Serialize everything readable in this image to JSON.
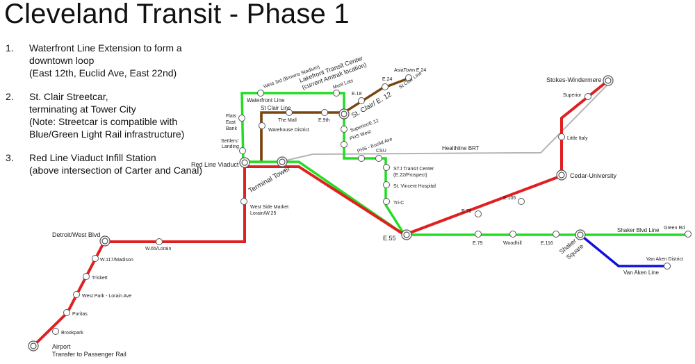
{
  "title": "Cleveland Transit - Phase 1",
  "notes": [
    {
      "num": "1.",
      "text": "Waterfront Line Extension to form a\ndowntown loop\n(East 12th, Euclid Ave, East 22nd)"
    },
    {
      "num": "2.",
      "text": "St. Clair Streetcar,\nterminating at Tower City\n(Note: Streetcar is compatible with\nBlue/Green Light Rail infrastructure)"
    },
    {
      "num": "3.",
      "text": "Red Line Viaduct Infill Station\n(above intersection of Carter and Canal)"
    }
  ],
  "colors": {
    "red_line": "#e02020",
    "green_line": "#22dd22",
    "blue_line": "#1010dd",
    "streetcar": "#7a4510",
    "healthline": "#b5b5b5",
    "green_text": "#2e9a2e",
    "blue_text": "#1010dd",
    "brown_text": "#8a4a10",
    "gray_text": "#999999"
  },
  "line_labels": {
    "waterfront": "Waterfront Line",
    "stclair": "St Clair Line",
    "stclair_diag": "St Clair Line",
    "healthline": "Healthline BRT",
    "shaker_blvd": "Shaker Blvd Line",
    "van_aken": "Van Aken Line"
  },
  "stations": {
    "airport": "Airport",
    "airport_sub": "Transfer to Passenger Rail",
    "brookpark": "Brookpark",
    "puritas": "Puritas",
    "west_park": "West Park - Lorain Ave",
    "triskett": "Triskett",
    "w117": "W.117/Madison",
    "detroit_west": "Detroit/West Blvd",
    "w65": "W.65/Lorain",
    "west_side_market": "West Side Market",
    "west_side_market_sub": "Lorain/W.25",
    "red_line_viaduct": "Red Line Viaduct",
    "terminal_tower": "Terminal Tower",
    "settlers_landing": "Settlers'",
    "settlers_landing_sub": "Landing",
    "flats_east_bank_1": "Flats",
    "flats_east_bank_2": "East",
    "flats_east_bank_3": "Bank",
    "west_3rd": "West 3rd (Browns Stadium)",
    "lakefront_1": "Lakefront Transit Center",
    "lakefront_2": "(current Amtrak location)",
    "muni_lots": "Muni Lots",
    "e18": "E.18",
    "e24": "E.24",
    "asiatown": "AsiaTown E.24",
    "warehouse": "Warehouse District",
    "the_mall": "The Mall",
    "e9th": "E.9th",
    "stclair_e12": "St. Clair/ E. 12",
    "superior_e12": "Superior/E.12",
    "phs_west": "PHS West",
    "phs_euclid": "PHS - Euclid Ave",
    "csu": "CSU",
    "stj": "STJ Transit Center",
    "stj_sub": "(E.22/Prospect)",
    "st_vincent": "St. Vincent Hospital",
    "tri_c": "Tri-C",
    "e55": "E.55",
    "e79_red": "E.79",
    "e105": "E.105",
    "cedar_university": "Cedar-University",
    "little_italy": "Little Italy",
    "superior": "Superior",
    "stokes": "Stokes-Windermere",
    "e79_green": "E.79",
    "woodhill": "Woodhill",
    "e116": "E.116",
    "shaker_square_1": "Shaker",
    "shaker_square_2": "Square",
    "green_rd": "Green Rd",
    "van_aken_district": "Van Aken District"
  }
}
